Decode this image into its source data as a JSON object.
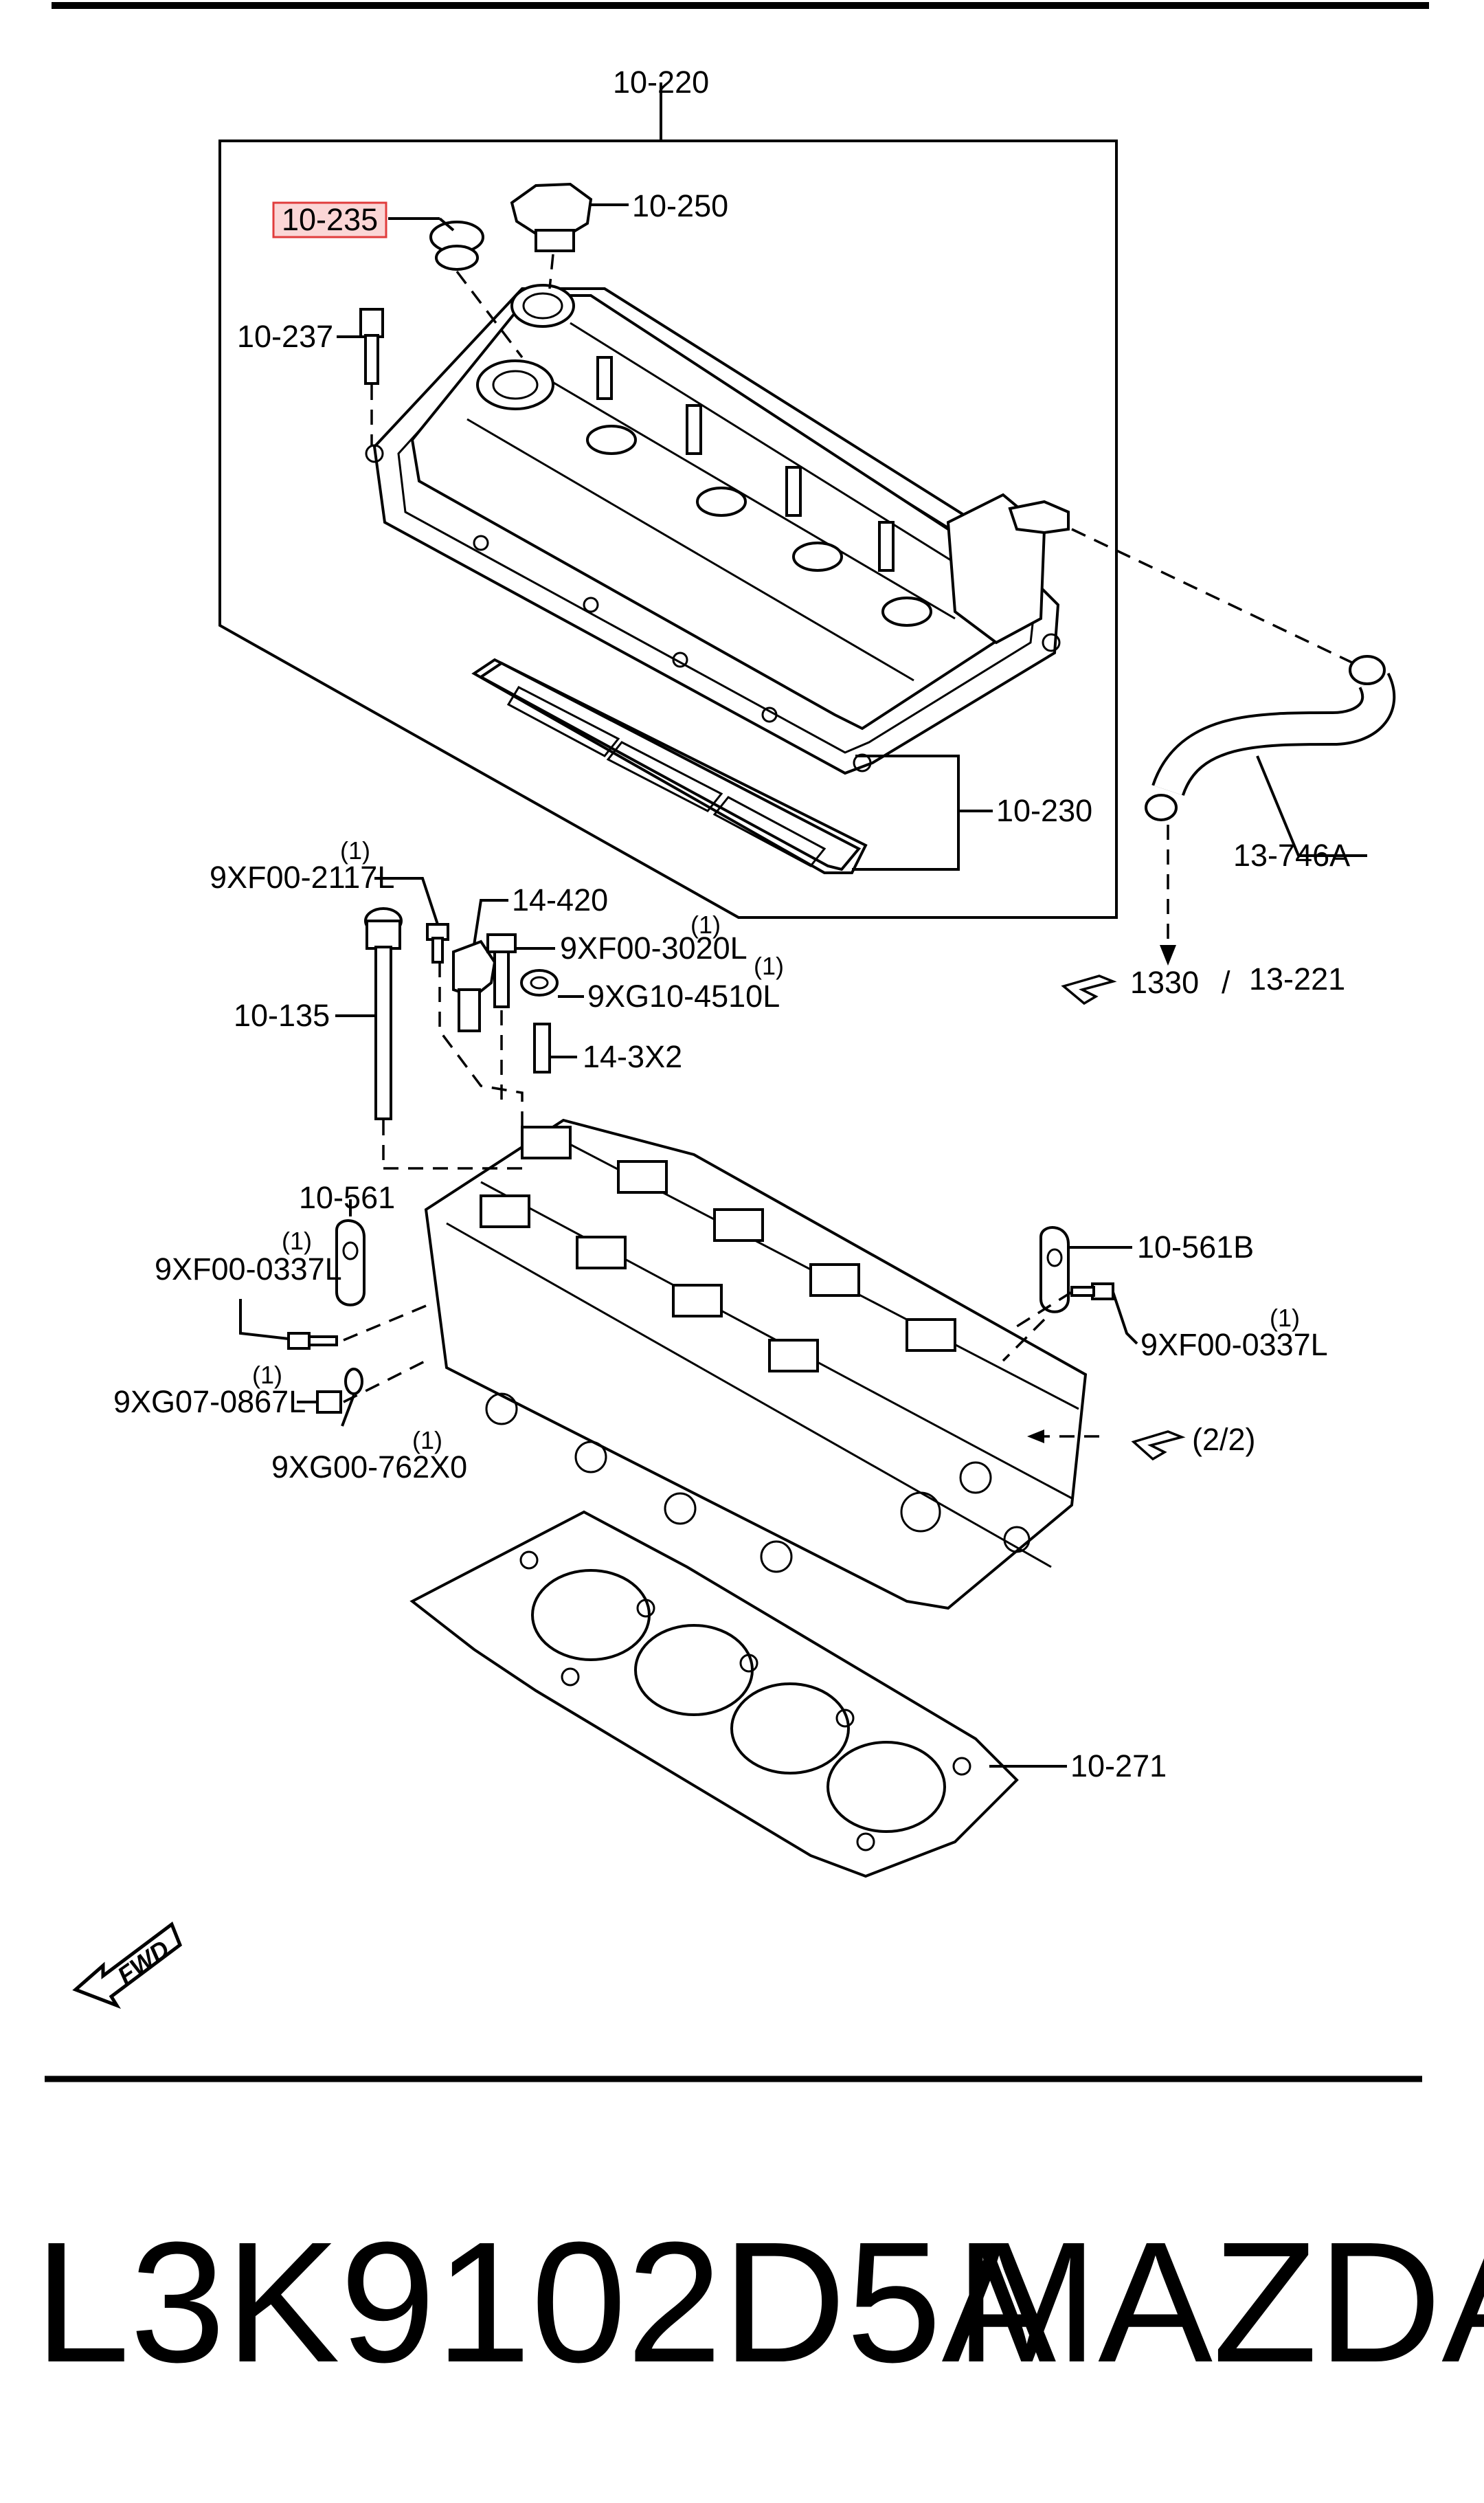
{
  "labels": {
    "p10_220": "10-220",
    "p10_235": "10-235",
    "p10_250": "10-250",
    "p10_237": "10-237",
    "p10_230": "10-230",
    "p13_746A": "13-746A",
    "p9XF00_2117L": "9XF00-2117L",
    "p14_420": "14-420",
    "p9XF00_3020L": "9XF00-3020L",
    "p9XG10_4510L": "9XG10-4510L",
    "p10_135": "10-135",
    "p14_3X2": "14-3X2",
    "p10_561": "10-561",
    "p9XF00_0337L_left": "9XF00-0337L",
    "p9XG07_0867L": "9XG07-0867L",
    "p9XG00_762X0": "9XG00-762X0",
    "p10_561B": "10-561B",
    "p9XF00_0337L_right": "9XF00-0337L",
    "p10_271": "10-271",
    "qty": "(1)",
    "ref_1330": "1330",
    "ref_slash": "/",
    "ref_13_221": "13-221",
    "ref_2_2": "(2/2)",
    "fwd": "FWD"
  },
  "highlight_color": "#e03c3c",
  "footer": {
    "part_number": "L3K9102D5A",
    "brand": "MAZDA"
  }
}
